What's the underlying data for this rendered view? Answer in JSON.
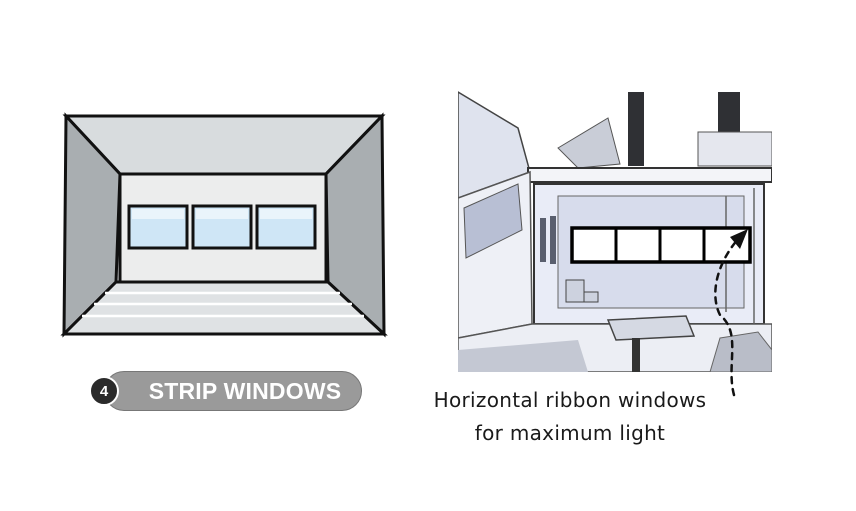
{
  "badge": {
    "number": "4"
  },
  "label": {
    "title": "STRIP WINDOWS"
  },
  "caption": {
    "line1": "Horizontal ribbon windows",
    "line2": "for maximum light"
  },
  "colors": {
    "pill": "#9a9a9a",
    "badge": "#2b2b2b",
    "glass": "#cfe6f6",
    "wall": "#e6e7e8",
    "side_wall": "#a7adb0"
  }
}
